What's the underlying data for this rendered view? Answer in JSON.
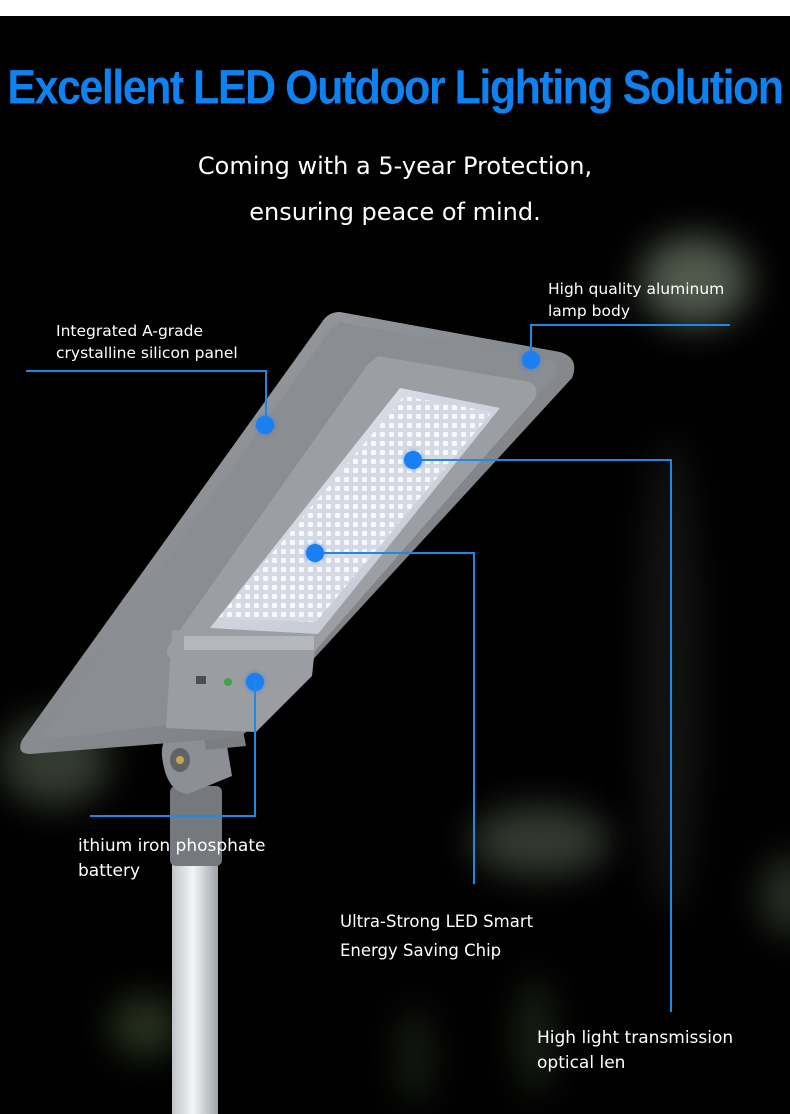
{
  "header": {
    "title": "Excellent LED Outdoor Lighting Solution",
    "subtitle_line1": "Coming with a 5-year Protection,",
    "subtitle_line2": "ensuring peace of mind."
  },
  "callouts": {
    "aluminum_body": {
      "line1": "High quality aluminum",
      "line2": "lamp body"
    },
    "solar_panel": {
      "line1": "Integrated A-grade",
      "line2": "crystalline silicon panel"
    },
    "battery": {
      "line1": "ithium iron phosphate",
      "line2": "battery"
    },
    "led_chip": {
      "line1": "Ultra-Strong LED Smart",
      "line2": "Energy Saving Chip"
    },
    "optical_lens": {
      "line1": "High light transmission",
      "line2": "optical len"
    }
  },
  "colors": {
    "title_blue": "#0d82f0",
    "callout_blue": "#1e88e5",
    "background": "#000000",
    "lamp_gray": "#8a8d92"
  }
}
